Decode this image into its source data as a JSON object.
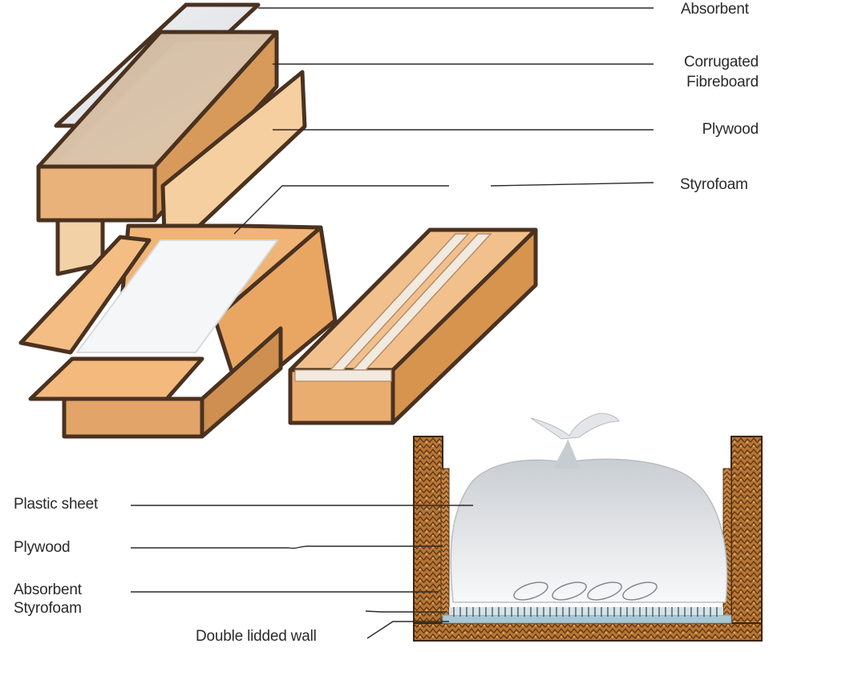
{
  "exploded_view": {
    "labels": {
      "absorbent": "Absorbent",
      "corrugated_line1": "Corrugated",
      "corrugated_line2": "Fibreboard",
      "plywood": "Plywood",
      "styrofoam": "Styrofoam"
    }
  },
  "cross_section": {
    "labels": {
      "plastic_sheet": "Plastic sheet",
      "plywood": "Plywood",
      "absorbent": "Absorbent",
      "styrofoam": "Styrofoam",
      "double_lidded_wall": "Double lidded wall"
    }
  },
  "colors": {
    "cardboard_light": "#f6c893",
    "cardboard_mid": "#e9ad6c",
    "cardboard_dark": "#d3904f",
    "outline": "#4a3220",
    "absorbent_grey": "#e7e8ea",
    "styrofoam_white": "#f4f6f8",
    "wall_brown": "#a9692e",
    "bag_grey": "#d6d9dc",
    "blue_layer": "#a9c6d3"
  }
}
